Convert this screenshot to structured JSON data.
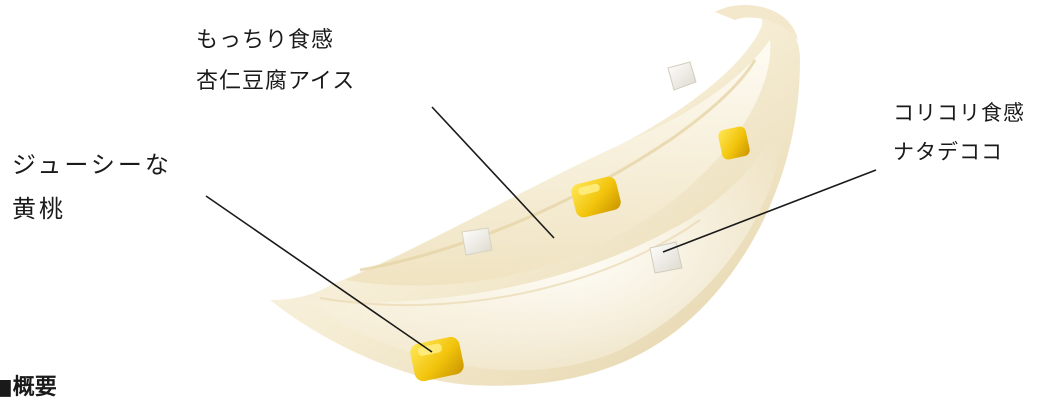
{
  "labels": {
    "mochi": {
      "line1": "もっちり食感",
      "line2": "杏仁豆腐アイス"
    },
    "peach": {
      "line1": "ジューシーな",
      "line2": "黄桃"
    },
    "nata": {
      "line1": "コリコリ食感",
      "line2": "ナタデココ"
    }
  },
  "bottom_heading": "■概要",
  "colors": {
    "cream_light": "#fbf6ea",
    "cream_mid": "#f2e6c8",
    "cream_shadow": "#d9c69a",
    "peach_yellow": "#f2c40c",
    "peach_highlight": "#ffe85a",
    "nata_white": "#f4f2ec",
    "leader_line": "#1a1a1a"
  }
}
